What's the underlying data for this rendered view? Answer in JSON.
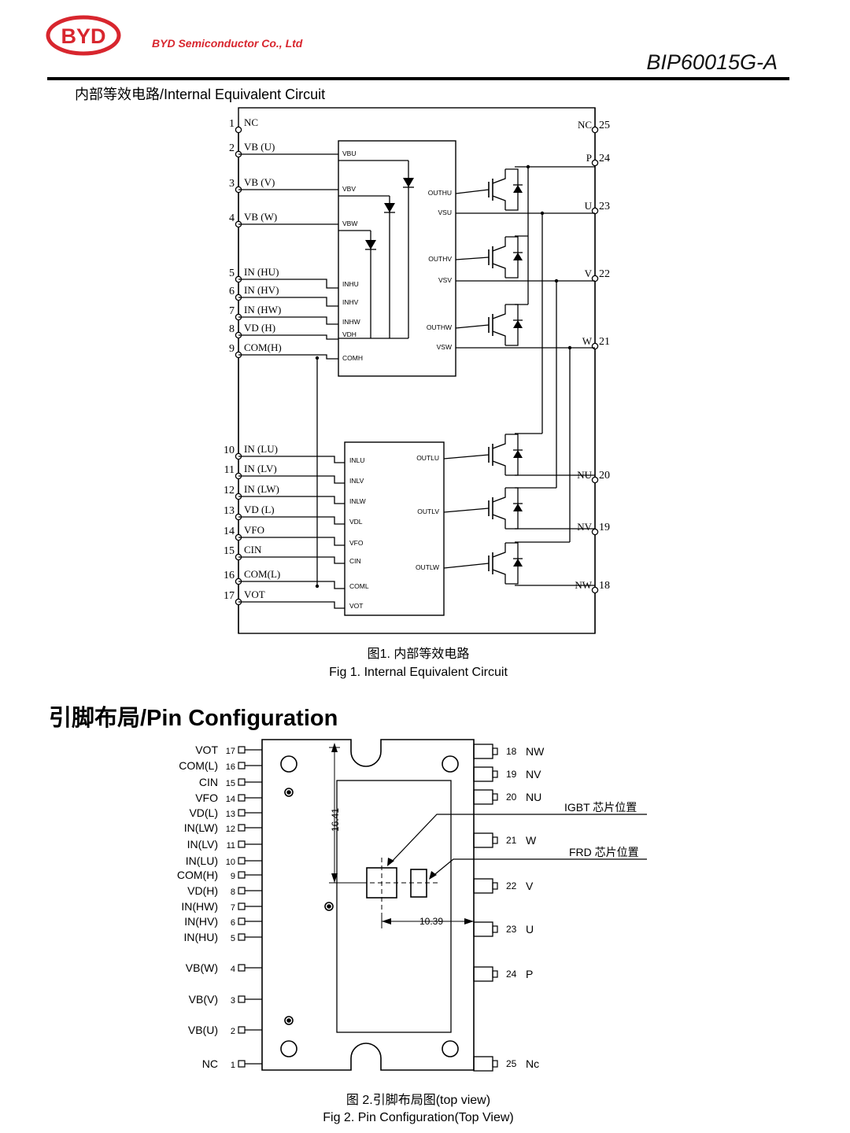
{
  "header": {
    "logo_text": "BYD",
    "company": "BYD Semiconductor Co., Ltd",
    "doc_number": "BIP60015G-A"
  },
  "section1_title": "内部等效电路/Internal Equivalent Circuit",
  "circuit": {
    "pins": [
      {
        "num": "1",
        "label": "NC"
      },
      {
        "num": "2",
        "label": "VB (U)"
      },
      {
        "num": "3",
        "label": "VB (V)"
      },
      {
        "num": "4",
        "label": "VB (W)"
      },
      {
        "num": "5",
        "label": "IN (HU)"
      },
      {
        "num": "6",
        "label": "IN (HV)"
      },
      {
        "num": "7",
        "label": "IN (HW)"
      },
      {
        "num": "8",
        "label": "VD (H)"
      },
      {
        "num": "9",
        "label": "COM(H)"
      },
      {
        "num": "10",
        "label": "IN (LU)"
      },
      {
        "num": "11",
        "label": "IN (LV)"
      },
      {
        "num": "12",
        "label": "IN (LW)"
      },
      {
        "num": "13",
        "label": "VD (L)"
      },
      {
        "num": "14",
        "label": "VFO"
      },
      {
        "num": "15",
        "label": "CIN"
      },
      {
        "num": "16",
        "label": "COM(L)"
      },
      {
        "num": "17",
        "label": "VOT"
      }
    ],
    "right_pins": [
      {
        "num": "25",
        "label": "NC"
      },
      {
        "num": "24",
        "label": "P"
      },
      {
        "num": "23",
        "label": "U"
      },
      {
        "num": "22",
        "label": "V"
      },
      {
        "num": "21",
        "label": "W"
      },
      {
        "num": "20",
        "label": "NU"
      },
      {
        "num": "19",
        "label": "NV"
      },
      {
        "num": "18",
        "label": "NW"
      }
    ],
    "hvic_left": [
      "VBU",
      "VBV",
      "VBW",
      "INHU",
      "INHV",
      "INHW",
      "VDH",
      "COMH"
    ],
    "hvic_right": [
      "OUTHU",
      "VSU",
      "OUTHV",
      "VSV",
      "OUTHW",
      "VSW"
    ],
    "lvic_left": [
      "INLU",
      "INLV",
      "INLW",
      "VDL",
      "VFO",
      "CIN",
      "COML",
      "VOT"
    ],
    "lvic_right": [
      "OUTLU",
      "OUTLV",
      "OUTLW"
    ]
  },
  "fig1_caption_cn": "图1. 内部等效电路",
  "fig1_caption_en": "Fig 1. Internal Equivalent Circuit",
  "section2_title": "引脚布局/Pin Configuration",
  "pinconfig": {
    "left": [
      {
        "name": "VOT",
        "num": "17"
      },
      {
        "name": "COM(L)",
        "num": "16"
      },
      {
        "name": "CIN",
        "num": "15"
      },
      {
        "name": "VFO",
        "num": "14"
      },
      {
        "name": "VD(L)",
        "num": "13"
      },
      {
        "name": "IN(LW)",
        "num": "12"
      },
      {
        "name": "IN(LV)",
        "num": "11"
      },
      {
        "name": "IN(LU)",
        "num": "10"
      },
      {
        "name": "COM(H)",
        "num": "9"
      },
      {
        "name": "VD(H)",
        "num": "8"
      },
      {
        "name": "IN(HW)",
        "num": "7"
      },
      {
        "name": "IN(HV)",
        "num": "6"
      },
      {
        "name": "IN(HU)",
        "num": "5"
      },
      {
        "name": "VB(W)",
        "num": "4"
      },
      {
        "name": "VB(V)",
        "num": "3"
      },
      {
        "name": "VB(U)",
        "num": "2"
      },
      {
        "name": "NC",
        "num": "1"
      }
    ],
    "right": [
      {
        "num": "18",
        "name": "NW"
      },
      {
        "num": "19",
        "name": "NV"
      },
      {
        "num": "20",
        "name": "NU"
      },
      {
        "num": "21",
        "name": "W"
      },
      {
        "num": "22",
        "name": "V"
      },
      {
        "num": "23",
        "name": "U"
      },
      {
        "num": "24",
        "name": "P"
      },
      {
        "num": "25",
        "name": "Nc"
      }
    ],
    "dim_vertical": "16.41",
    "dim_horizontal": "10.39",
    "igbt_label": "IGBT 芯片位置",
    "frd_label": "FRD 芯片位置"
  },
  "fig2_caption_cn": "图 2.引脚布局图(top view)",
  "fig2_caption_en": "Fig 2. Pin Configuration(Top View)"
}
